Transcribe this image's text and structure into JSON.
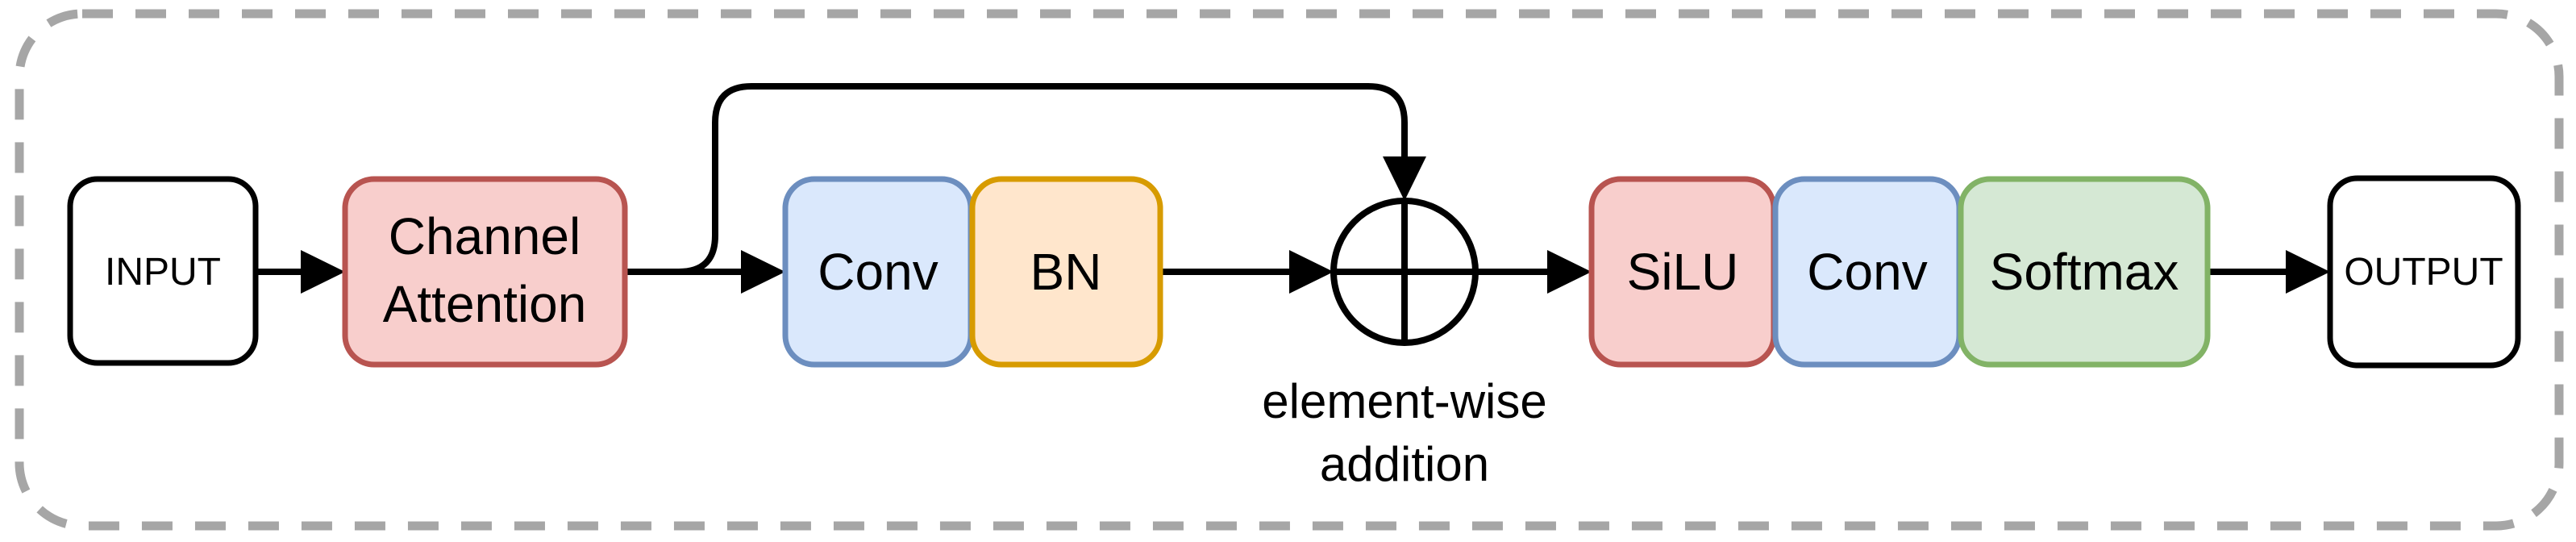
{
  "nodes": {
    "input": {
      "label": "INPUT"
    },
    "channel_attention": {
      "label": "Channel Attention",
      "lines": [
        "Channel",
        "Attention"
      ]
    },
    "conv1": {
      "label": "Conv"
    },
    "bn": {
      "label": "BN"
    },
    "addition": {
      "symbol": "circled-plus",
      "caption_lines": [
        "element-wise",
        "addition"
      ]
    },
    "silu": {
      "label": "SiLU"
    },
    "conv2": {
      "label": "Conv"
    },
    "softmax": {
      "label": "Softmax"
    },
    "output": {
      "label": "OUTPUT"
    }
  },
  "edges": [
    {
      "from": "input",
      "to": "channel_attention",
      "type": "arrow"
    },
    {
      "from": "channel_attention",
      "to": "conv1",
      "type": "arrow"
    },
    {
      "from": "bn",
      "to": "addition",
      "type": "arrow"
    },
    {
      "from": "channel_attention",
      "to": "addition",
      "type": "skip-arrow"
    },
    {
      "from": "addition",
      "to": "silu",
      "type": "arrow"
    },
    {
      "from": "softmax",
      "to": "output",
      "type": "arrow"
    }
  ],
  "colors": {
    "attention_fill": "#f8cecc",
    "attention_stroke": "#b85450",
    "conv_fill": "#dae8fc",
    "conv_stroke": "#6c8ebf",
    "bn_fill": "#ffe6cc",
    "bn_stroke": "#d79b00",
    "softmax_fill": "#d5e8d4",
    "softmax_stroke": "#82b366",
    "io_fill": "#ffffff",
    "io_stroke": "#000000",
    "line": "#000000",
    "frame": "#a6a6a6"
  }
}
